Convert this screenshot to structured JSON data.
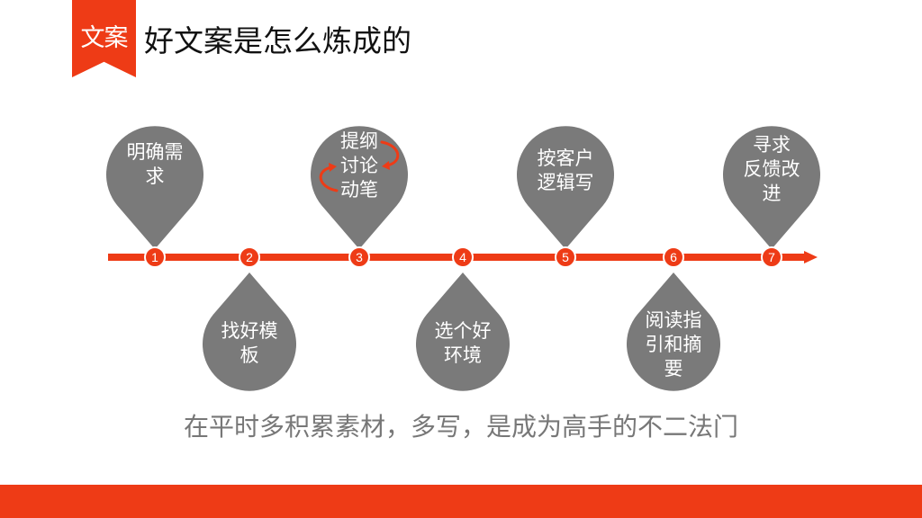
{
  "header": {
    "tag_label": "文案",
    "title": "好文案是怎么炼成的"
  },
  "timeline": {
    "steps": [
      {
        "number": "1",
        "label": "明确需\n求"
      },
      {
        "number": "2",
        "label": "找好模\n板"
      },
      {
        "number": "3",
        "label": "提纲\n讨论\n动笔"
      },
      {
        "number": "4",
        "label": "选个好\n环境"
      },
      {
        "number": "5",
        "label": "按客户\n逻辑写"
      },
      {
        "number": "6",
        "label": "阅读指\n引和摘\n要"
      },
      {
        "number": "7",
        "label": "寻求\n反馈改\n进"
      }
    ]
  },
  "footer": {
    "subtitle": "在平时多积累素材，多写，是成为高手的不二法门"
  },
  "colors": {
    "accent": "#ee3b16",
    "pin": "#7a7a7a",
    "text_dark": "#111111",
    "text_muted": "#777777"
  }
}
